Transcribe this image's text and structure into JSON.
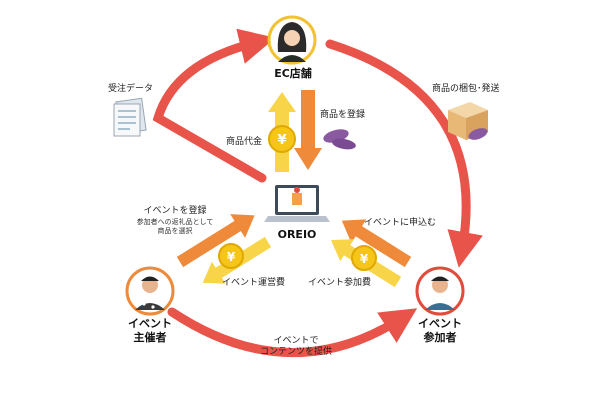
{
  "nodes": {
    "ec_store": "EC店舗",
    "platform": "OREIO",
    "organizer_line1": "イベント",
    "organizer_line2": "主催者",
    "participant_line1": "イベント",
    "participant_line2": "参加者"
  },
  "labels": {
    "order_data": "受注データ",
    "packing_shipping": "商品の梱包･発送",
    "product_price": "商品代金",
    "register_product": "商品を登録",
    "register_event": "イベントを登録",
    "register_event_note_line1": "参加者への返礼品として",
    "register_event_note_line2": "商品を選択",
    "apply_event": "イベントに申込む",
    "operation_fee": "イベント運営費",
    "participation_fee": "イベント参加費",
    "provide_content_line1": "イベントで",
    "provide_content_line2": "コンテンツを提供"
  },
  "coin_symbol": "¥",
  "colors": {
    "red_arrow": "#e8534a",
    "orange_arrow": "#ee8a3a",
    "yellow_arrow": "#f8d548",
    "coin": "#f5c518",
    "ec_ring": "#f2c230",
    "organizer_ring": "#ee8a3a",
    "participant_ring": "#e24b3c"
  },
  "icons": [
    "woman-avatar-icon",
    "laptop-icon",
    "man-avatar-icon",
    "document-icon",
    "box-icon",
    "sweet-potato-icon",
    "yen-coin-icon"
  ]
}
